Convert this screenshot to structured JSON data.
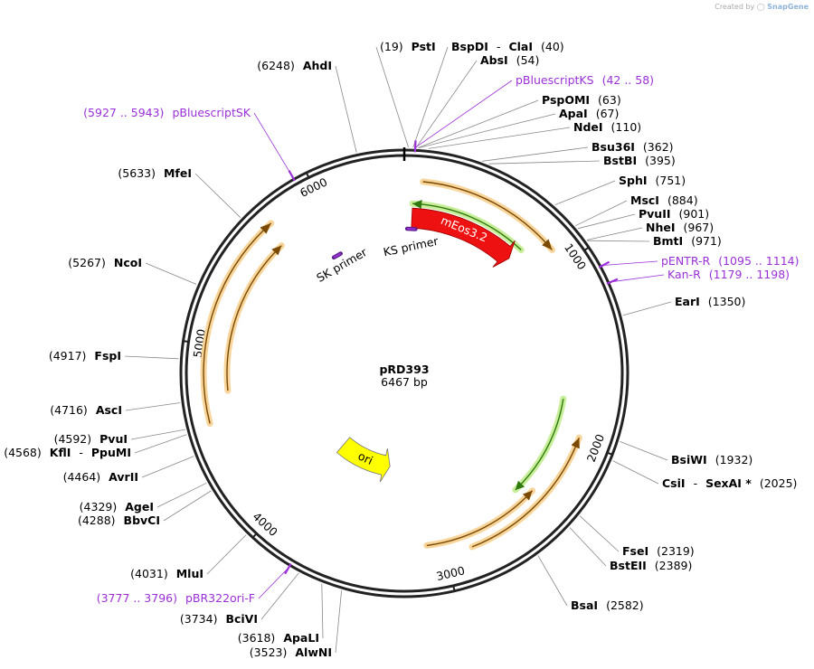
{
  "credit": {
    "prefix": "Created by",
    "brand": "SnapGene"
  },
  "plasmid": {
    "name": "pRD393",
    "length_label": "6467 bp",
    "length": 6467
  },
  "colors": {
    "primer": "#9b30d9",
    "mEos": "#ee1111",
    "ori": "#ffff00",
    "orange_glow": "#f8d59a",
    "green_glow": "#c8ee9a"
  },
  "ticks": [
    {
      "pos": 1000,
      "label": "1000"
    },
    {
      "pos": 2000,
      "label": "2000"
    },
    {
      "pos": 3000,
      "label": "3000"
    },
    {
      "pos": 4000,
      "label": "4000"
    },
    {
      "pos": 5000,
      "label": "5000"
    },
    {
      "pos": 6000,
      "label": "6000"
    }
  ],
  "features": [
    {
      "name": "mEos3.2",
      "label": "mEos3.2",
      "type": "arrow",
      "start": 50,
      "end": 760,
      "fill": "#ee1111"
    },
    {
      "name": "ori",
      "label": "ori",
      "type": "arrow",
      "start": 3390,
      "end": 3960,
      "fill": "#ffff00"
    }
  ],
  "small_features": [
    {
      "name": "KS primer",
      "label": "KS primer",
      "pos": 50
    },
    {
      "name": "SK primer",
      "label": "SK primer",
      "pos": 5935
    }
  ],
  "arcs": [
    {
      "name": "orange-arc-1",
      "start": 100,
      "end": 900,
      "dir": "fwd",
      "color": "orange"
    },
    {
      "name": "green-arc-1",
      "start": 50,
      "end": 780,
      "dir": "rev",
      "color": "green"
    },
    {
      "name": "green-arc-2",
      "start": 1780,
      "end": 2450,
      "dir": "fwd",
      "color": "green"
    },
    {
      "name": "orange-arc-2",
      "start": 1980,
      "end": 2850,
      "dir": "rev",
      "color": "orange"
    },
    {
      "name": "orange-arc-3",
      "start": 2380,
      "end": 3100,
      "dir": "rev",
      "color": "orange"
    },
    {
      "name": "orange-arc-4",
      "start": 4590,
      "end": 5720,
      "dir": "fwd",
      "color": "orange"
    },
    {
      "name": "orange-arc-5",
      "start": 4750,
      "end": 5680,
      "dir": "fwd",
      "color": "orange"
    }
  ],
  "sites": [
    {
      "name": "PstI",
      "pos": 19,
      "parts": [
        {
          "t": "(19)",
          "k": "num"
        },
        {
          "t": "PstI",
          "k": "enz"
        }
      ]
    },
    {
      "name": "BspDI-ClaI",
      "pos": 40,
      "parts": [
        {
          "t": "BspDI",
          "k": "enz"
        },
        {
          "t": "-",
          "k": "num"
        },
        {
          "t": "ClaI",
          "k": "enz"
        },
        {
          "t": "(40)",
          "k": "num"
        }
      ]
    },
    {
      "name": "AbsI",
      "pos": 54,
      "parts": [
        {
          "t": "AbsI",
          "k": "enz"
        },
        {
          "t": "(54)",
          "k": "num"
        }
      ]
    },
    {
      "name": "pBluescriptKS",
      "pos": 50,
      "parts": [
        {
          "t": "pBluescriptKS",
          "k": "prim"
        },
        {
          "t": "(42 .. 58)",
          "k": "prim"
        }
      ]
    },
    {
      "name": "PspOMI",
      "pos": 63,
      "parts": [
        {
          "t": "PspOMI",
          "k": "enz"
        },
        {
          "t": "(63)",
          "k": "num"
        }
      ]
    },
    {
      "name": "ApaI",
      "pos": 67,
      "parts": [
        {
          "t": "ApaI",
          "k": "enz"
        },
        {
          "t": "(67)",
          "k": "num"
        }
      ]
    },
    {
      "name": "NdeI",
      "pos": 110,
      "parts": [
        {
          "t": "NdeI",
          "k": "enz"
        },
        {
          "t": "(110)",
          "k": "num"
        }
      ]
    },
    {
      "name": "Bsu36I",
      "pos": 362,
      "parts": [
        {
          "t": "Bsu36I",
          "k": "enz"
        },
        {
          "t": "(362)",
          "k": "num"
        }
      ]
    },
    {
      "name": "BstBI",
      "pos": 395,
      "parts": [
        {
          "t": "BstBI",
          "k": "enz"
        },
        {
          "t": "(395)",
          "k": "num"
        }
      ]
    },
    {
      "name": "SphI",
      "pos": 751,
      "parts": [
        {
          "t": "SphI",
          "k": "enz"
        },
        {
          "t": "(751)",
          "k": "num"
        }
      ]
    },
    {
      "name": "MscI",
      "pos": 884,
      "parts": [
        {
          "t": "MscI",
          "k": "enz"
        },
        {
          "t": "(884)",
          "k": "num"
        }
      ]
    },
    {
      "name": "PvuII",
      "pos": 901,
      "parts": [
        {
          "t": "PvuII",
          "k": "enz"
        },
        {
          "t": "(901)",
          "k": "num"
        }
      ]
    },
    {
      "name": "NheI",
      "pos": 967,
      "parts": [
        {
          "t": "NheI",
          "k": "enz"
        },
        {
          "t": "(967)",
          "k": "num"
        }
      ]
    },
    {
      "name": "BmtI",
      "pos": 971,
      "parts": [
        {
          "t": "BmtI",
          "k": "enz"
        },
        {
          "t": "(971)",
          "k": "num"
        }
      ]
    },
    {
      "name": "pENTR-R",
      "pos": 1104,
      "parts": [
        {
          "t": "pENTR-R",
          "k": "prim"
        },
        {
          "t": "(1095 .. 1114)",
          "k": "prim"
        }
      ]
    },
    {
      "name": "Kan-R",
      "pos": 1188,
      "parts": [
        {
          "t": "Kan-R",
          "k": "prim"
        },
        {
          "t": "(1179 .. 1198)",
          "k": "prim"
        }
      ]
    },
    {
      "name": "EarI",
      "pos": 1350,
      "parts": [
        {
          "t": "EarI",
          "k": "enz"
        },
        {
          "t": "(1350)",
          "k": "num"
        }
      ]
    },
    {
      "name": "BsiWI",
      "pos": 1932,
      "parts": [
        {
          "t": "BsiWI",
          "k": "enz"
        },
        {
          "t": "(1932)",
          "k": "num"
        }
      ]
    },
    {
      "name": "CsiI-SexAI",
      "pos": 2025,
      "parts": [
        {
          "t": "CsiI",
          "k": "enz"
        },
        {
          "t": "-",
          "k": "num"
        },
        {
          "t": "SexAI *",
          "k": "enz"
        },
        {
          "t": "(2025)",
          "k": "num"
        }
      ]
    },
    {
      "name": "FseI",
      "pos": 2319,
      "parts": [
        {
          "t": "FseI",
          "k": "enz"
        },
        {
          "t": "(2319)",
          "k": "num"
        }
      ]
    },
    {
      "name": "BstEII",
      "pos": 2389,
      "parts": [
        {
          "t": "BstEII",
          "k": "enz"
        },
        {
          "t": "(2389)",
          "k": "num"
        }
      ]
    },
    {
      "name": "BsaI",
      "pos": 2582,
      "parts": [
        {
          "t": "BsaI",
          "k": "enz"
        },
        {
          "t": "(2582)",
          "k": "num"
        }
      ]
    },
    {
      "name": "AlwNI",
      "pos": 3523,
      "parts": [
        {
          "t": "(3523)",
          "k": "num"
        },
        {
          "t": "AlwNI",
          "k": "enz"
        }
      ]
    },
    {
      "name": "ApaLI",
      "pos": 3618,
      "parts": [
        {
          "t": "(3618)",
          "k": "num"
        },
        {
          "t": "ApaLI",
          "k": "enz"
        }
      ]
    },
    {
      "name": "BciVI",
      "pos": 3734,
      "parts": [
        {
          "t": "(3734)",
          "k": "num"
        },
        {
          "t": "BciVI",
          "k": "enz"
        }
      ]
    },
    {
      "name": "pBR322ori-F",
      "pos": 3786,
      "parts": [
        {
          "t": "(3777 .. 3796)",
          "k": "prim"
        },
        {
          "t": "pBR322ori-F",
          "k": "prim"
        }
      ]
    },
    {
      "name": "MluI",
      "pos": 4031,
      "parts": [
        {
          "t": "(4031)",
          "k": "num"
        },
        {
          "t": "MluI",
          "k": "enz"
        }
      ]
    },
    {
      "name": "BbvCI",
      "pos": 4288,
      "parts": [
        {
          "t": "(4288)",
          "k": "num"
        },
        {
          "t": "BbvCI",
          "k": "enz"
        }
      ]
    },
    {
      "name": "AgeI",
      "pos": 4329,
      "parts": [
        {
          "t": "(4329)",
          "k": "num"
        },
        {
          "t": "AgeI",
          "k": "enz"
        }
      ]
    },
    {
      "name": "AvrII",
      "pos": 4464,
      "parts": [
        {
          "t": "(4464)",
          "k": "num"
        },
        {
          "t": "AvrII",
          "k": "enz"
        }
      ]
    },
    {
      "name": "KflI-PpuMI",
      "pos": 4568,
      "parts": [
        {
          "t": "(4568)",
          "k": "num"
        },
        {
          "t": "KflI",
          "k": "enz"
        },
        {
          "t": "-",
          "k": "num"
        },
        {
          "t": "PpuMI",
          "k": "enz"
        }
      ]
    },
    {
      "name": "PvuI",
      "pos": 4592,
      "parts": [
        {
          "t": "(4592)",
          "k": "num"
        },
        {
          "t": "PvuI",
          "k": "enz"
        }
      ]
    },
    {
      "name": "AscI",
      "pos": 4716,
      "parts": [
        {
          "t": "(4716)",
          "k": "num"
        },
        {
          "t": "AscI",
          "k": "enz"
        }
      ]
    },
    {
      "name": "FspI",
      "pos": 4917,
      "parts": [
        {
          "t": "(4917)",
          "k": "num"
        },
        {
          "t": "FspI",
          "k": "enz"
        }
      ]
    },
    {
      "name": "NcoI",
      "pos": 5267,
      "parts": [
        {
          "t": "(5267)",
          "k": "num"
        },
        {
          "t": "NcoI",
          "k": "enz"
        }
      ]
    },
    {
      "name": "MfeI",
      "pos": 5633,
      "parts": [
        {
          "t": "(5633)",
          "k": "num"
        },
        {
          "t": "MfeI",
          "k": "enz"
        }
      ]
    },
    {
      "name": "pBluescriptSK",
      "pos": 5935,
      "parts": [
        {
          "t": "(5927 .. 5943)",
          "k": "prim"
        },
        {
          "t": "pBluescriptSK",
          "k": "prim"
        }
      ]
    },
    {
      "name": "AhdI",
      "pos": 6248,
      "parts": [
        {
          "t": "(6248)",
          "k": "num"
        },
        {
          "t": "AhdI",
          "k": "enz"
        }
      ]
    }
  ]
}
